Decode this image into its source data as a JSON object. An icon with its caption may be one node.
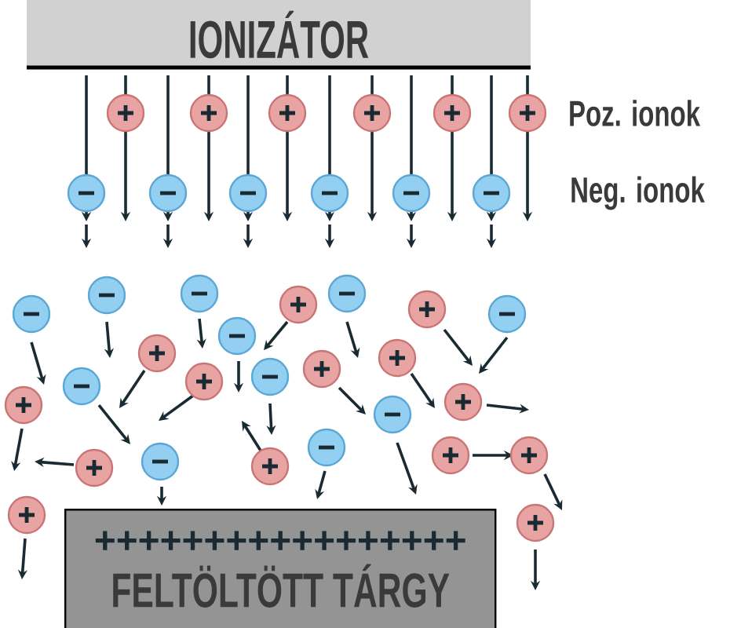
{
  "diagram": {
    "nodes": [
      {
        "text": [
          "IONIZÁTOR"
        ]
      },
      {
        "text": [
          "+++++++++++++++++",
          "FELTÖLTÖTT TÁRGY"
        ]
      }
    ],
    "labels": [
      "Poz. ionok",
      "Neg. ionok"
    ]
  }
}
